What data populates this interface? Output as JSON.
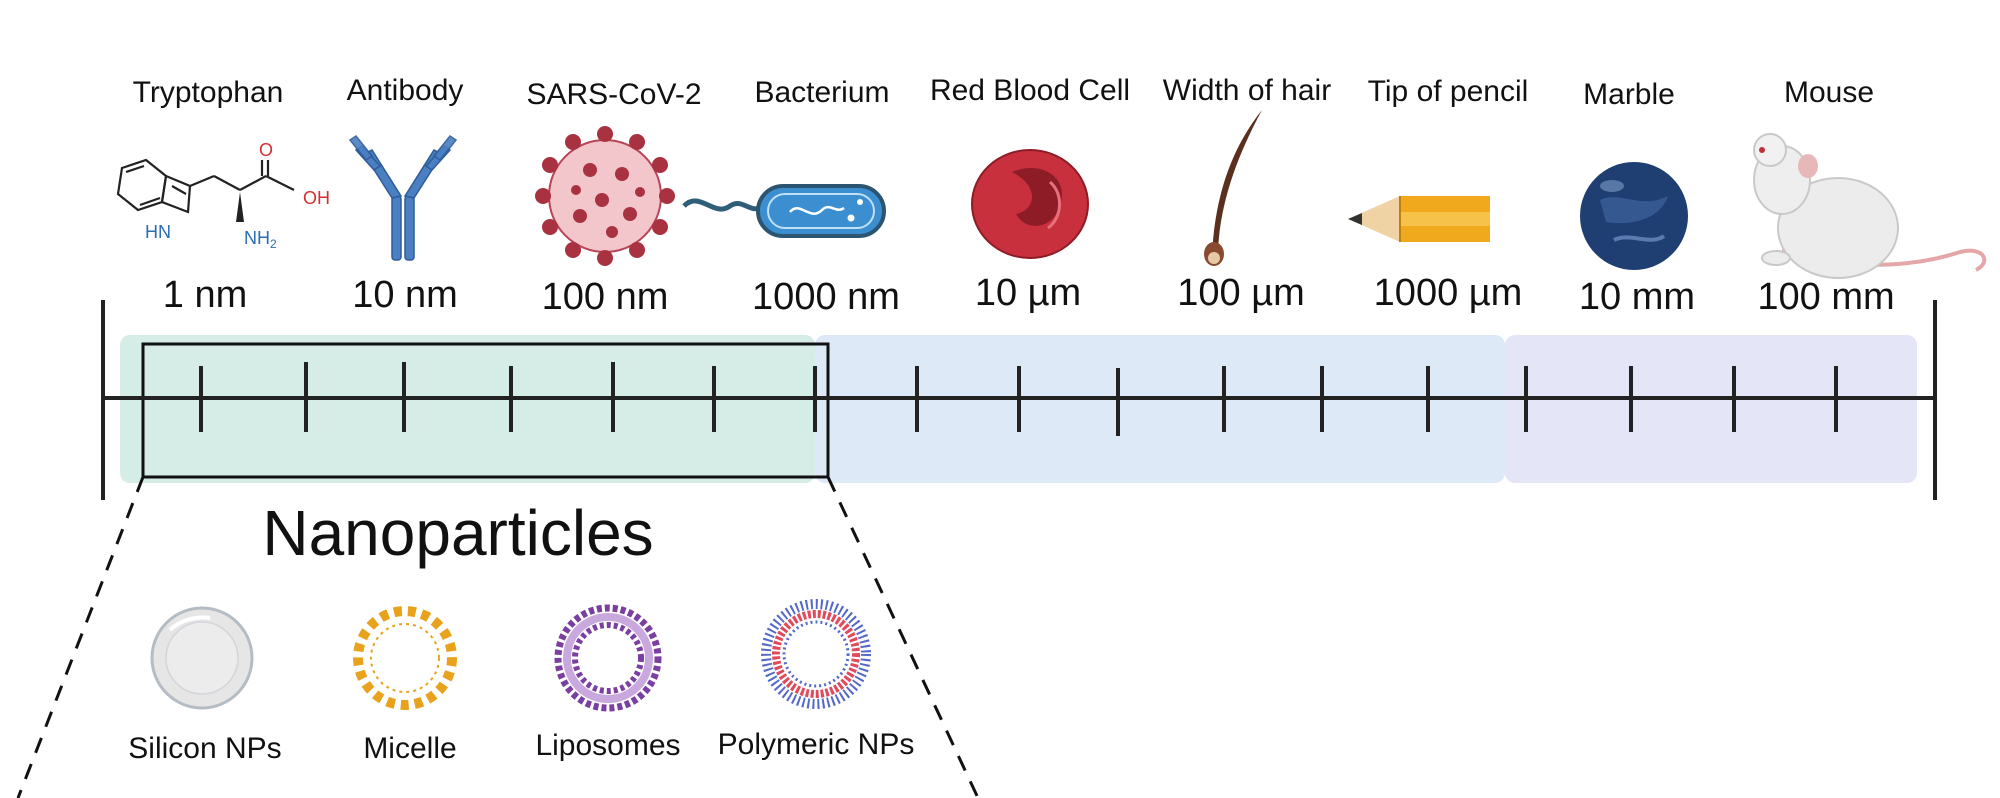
{
  "scale_items": [
    {
      "name": "Tryptophan",
      "size": "1 nm",
      "icon": "tryptophan-molecule-icon"
    },
    {
      "name": "Antibody",
      "size": "10 nm",
      "icon": "antibody-icon"
    },
    {
      "name": "SARS-CoV-2",
      "size": "100 nm",
      "icon": "virus-icon"
    },
    {
      "name": "Bacterium",
      "size": "1000 nm",
      "icon": "bacterium-icon"
    },
    {
      "name": "Red Blood Cell",
      "size": "10 µm",
      "icon": "red-blood-cell-icon"
    },
    {
      "name": "Width of hair",
      "size": "100 µm",
      "icon": "hair-icon"
    },
    {
      "name": "Tip of pencil",
      "size": "1000 µm",
      "icon": "pencil-icon"
    },
    {
      "name": "Marble",
      "size": "10 mm",
      "icon": "marble-icon"
    },
    {
      "name": "Mouse",
      "size": "100 mm",
      "icon": "mouse-icon"
    }
  ],
  "chem": {
    "o": "O",
    "oh": "OH",
    "hn": "HN",
    "nh2": "NH",
    "sub2": "2"
  },
  "highlight_label": "Nanoparticles",
  "nanoparticles": [
    {
      "name": "Silicon NPs",
      "icon": "silicon-nanoparticle-icon"
    },
    {
      "name": "Micelle",
      "icon": "micelle-icon"
    },
    {
      "name": "Liposomes",
      "icon": "liposome-icon"
    },
    {
      "name": "Polymeric NPs",
      "icon": "polymeric-nanoparticle-icon"
    }
  ],
  "colors": {
    "band_nano": "#d5ece7",
    "band_micro": "#dde9f7",
    "band_milli": "#e4e6f7",
    "axis": "#222222",
    "blood": "#c8303d",
    "antibody": "#4a7fc1",
    "bacterium": "#3b8fd0",
    "micelle": "#e8a21c",
    "liposome": "#7a3fa0"
  }
}
